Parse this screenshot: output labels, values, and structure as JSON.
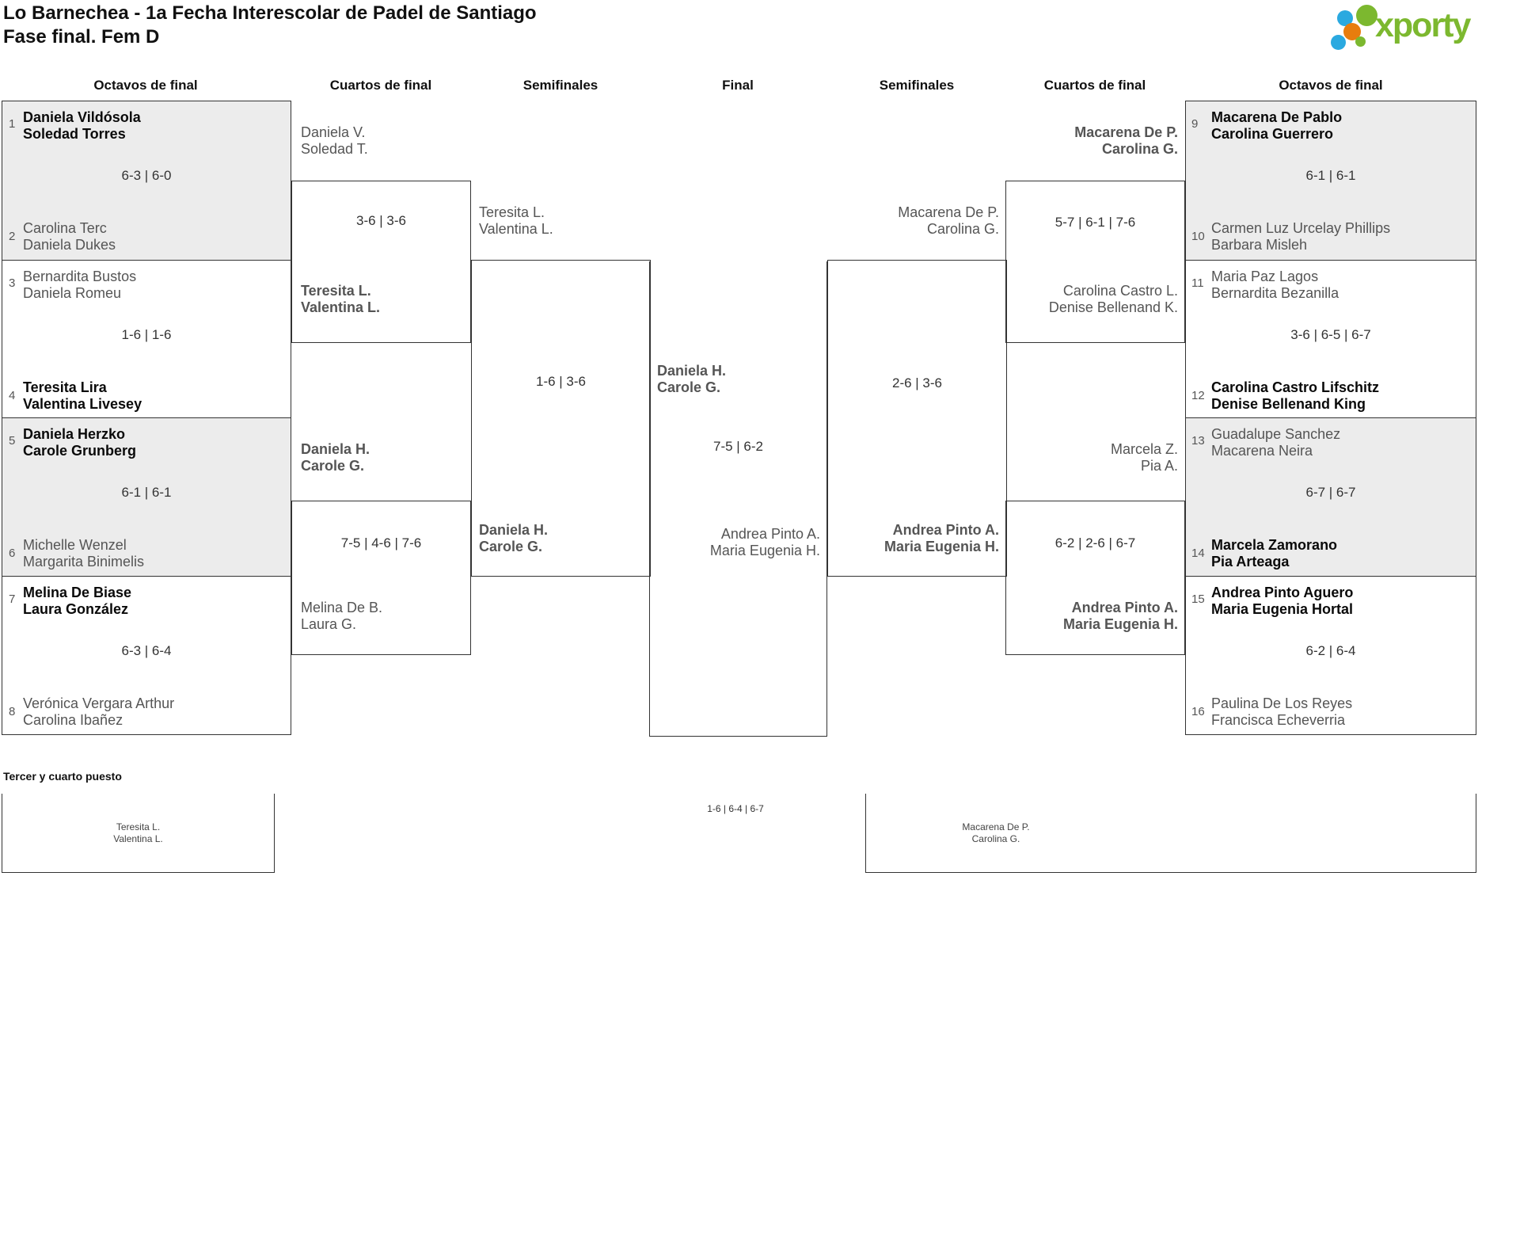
{
  "title": {
    "line1": "Lo Barnechea - 1a Fecha Interescolar de Padel de Santiago",
    "line2": "Fase final. Fem D"
  },
  "logo": {
    "text": "xporty",
    "green": "#7cb82f",
    "blue": "#2aa9e0",
    "orange": "#e87d0d"
  },
  "headers": [
    "Octavos de final",
    "Cuartos de final",
    "Semifinales",
    "Final",
    "Semifinales",
    "Cuartos de final",
    "Octavos de final"
  ],
  "octavos": {
    "left": [
      {
        "seed_top": "1",
        "top": [
          "Daniela Vildósola",
          "Soledad Torres"
        ],
        "score": "6-3 | 6-0",
        "seed_bottom": "2",
        "bottom": [
          "Carolina Terc",
          "Daniela Dukes"
        ]
      },
      {
        "seed_top": "3",
        "top": [
          "Bernardita Bustos",
          "Daniela Romeu"
        ],
        "score": "1-6 | 1-6",
        "seed_bottom": "4",
        "bottom": [
          "Teresita Lira",
          "Valentina Livesey"
        ]
      },
      {
        "seed_top": "5",
        "top": [
          "Daniela Herzko",
          "Carole Grunberg"
        ],
        "score": "6-1 | 6-1",
        "seed_bottom": "6",
        "bottom": [
          "Michelle Wenzel",
          "Margarita Binimelis"
        ]
      },
      {
        "seed_top": "7",
        "top": [
          "Melina De Biase",
          "Laura González"
        ],
        "score": "6-3 | 6-4",
        "seed_bottom": "8",
        "bottom": [
          "Verónica Vergara Arthur",
          "Carolina Ibañez"
        ]
      }
    ],
    "right": [
      {
        "seed_top": "9",
        "top": [
          "Macarena De Pablo",
          "Carolina Guerrero"
        ],
        "score": "6-1 | 6-1",
        "seed_bottom": "10",
        "bottom": [
          "Carmen Luz Urcelay Phillips",
          "Barbara Misleh"
        ]
      },
      {
        "seed_top": "11",
        "top": [
          "Maria Paz Lagos",
          "Bernardita Bezanilla"
        ],
        "score": "3-6 | 6-5 | 6-7",
        "seed_bottom": "12",
        "bottom": [
          "Carolina Castro Lifschitz",
          "Denise Bellenand King"
        ]
      },
      {
        "seed_top": "13",
        "top": [
          "Guadalupe Sanchez",
          "Macarena Neira"
        ],
        "score": "6-7 | 6-7",
        "seed_bottom": "14",
        "bottom": [
          "Marcela Zamorano",
          "Pia Arteaga"
        ]
      },
      {
        "seed_top": "15",
        "top": [
          "Andrea Pinto Aguero",
          "Maria Eugenia Hortal"
        ],
        "score": "6-2 | 6-4",
        "seed_bottom": "16",
        "bottom": [
          "Paulina De Los Reyes",
          "Francisca Echeverria"
        ]
      }
    ]
  },
  "cuartos": {
    "left": [
      {
        "entrant_top": [
          "Daniela V.",
          "Soledad T."
        ],
        "score": "3-6 | 3-6",
        "entrant_bottom": [
          "Teresita L.",
          "Valentina L."
        ]
      },
      {
        "entrant_top": [
          "Daniela H.",
          "Carole G."
        ],
        "score": "7-5 | 4-6 | 7-6",
        "entrant_bottom": [
          "Melina De B.",
          "Laura G."
        ]
      }
    ],
    "right": [
      {
        "entrant_top": [
          "Macarena De P.",
          "Carolina G."
        ],
        "score": "5-7 | 6-1 | 7-6",
        "entrant_bottom": [
          "Carolina Castro L.",
          "Denise Bellenand K."
        ]
      },
      {
        "entrant_top": [
          "Marcela Z.",
          "Pia A."
        ],
        "score": "6-2 | 2-6 | 6-7",
        "entrant_bottom": [
          "Andrea Pinto A.",
          "Maria Eugenia H."
        ]
      }
    ]
  },
  "semis": {
    "left": {
      "entrant_top": [
        "Teresita L.",
        "Valentina L."
      ],
      "score": "1-6 | 3-6",
      "entrant_bottom": [
        "Daniela H.",
        "Carole G."
      ]
    },
    "right": {
      "entrant_top": [
        "Macarena De P.",
        "Carolina G."
      ],
      "score": "2-6 | 3-6",
      "entrant_bottom": [
        "Andrea Pinto A.",
        "Maria Eugenia H."
      ]
    }
  },
  "final": {
    "left_team": [
      "Daniela H.",
      "Carole G."
    ],
    "score": "7-5 | 6-2",
    "right_team": [
      "Andrea Pinto A.",
      "Maria Eugenia H."
    ]
  },
  "third_place": {
    "heading": "Tercer y cuarto puesto",
    "left_team": [
      "Teresita L.",
      "Valentina L."
    ],
    "score": "1-6 | 6-4 | 6-7",
    "right_team": [
      "Macarena De P.",
      "Carolina G."
    ]
  }
}
